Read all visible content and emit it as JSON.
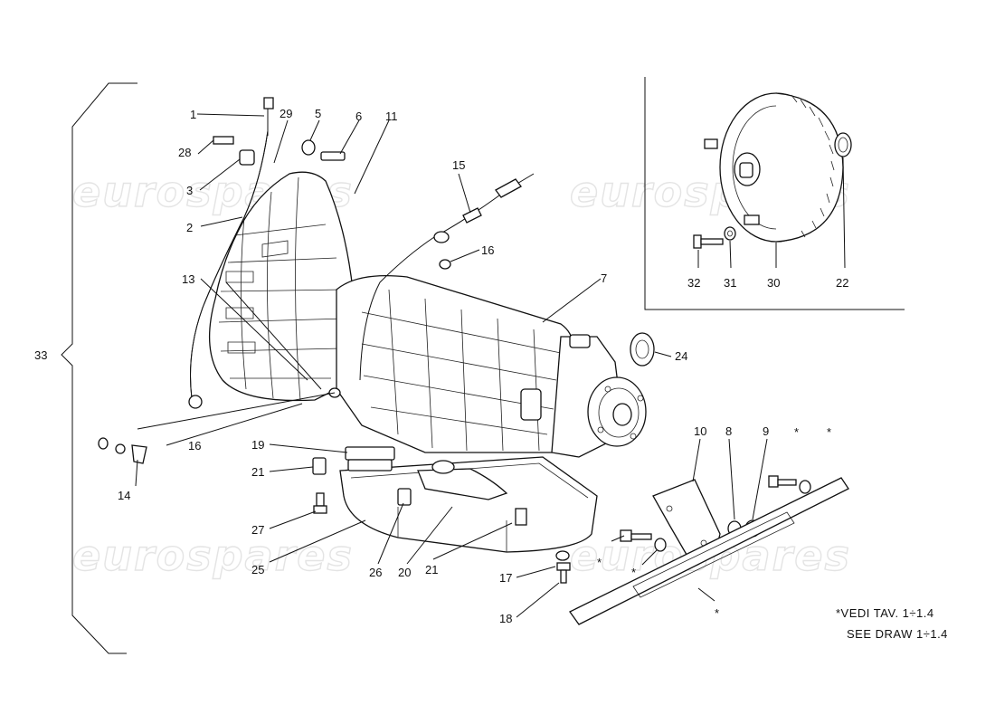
{
  "watermark": {
    "text": "eurospares",
    "color": "#e4e4e4"
  },
  "notes": {
    "line1": "*VEDI TAV. 1÷1.4",
    "line2": "SEE DRAW 1÷1.4"
  },
  "callouts": [
    {
      "id": "c1",
      "text": "1"
    },
    {
      "id": "c29",
      "text": "29"
    },
    {
      "id": "c5",
      "text": "5"
    },
    {
      "id": "c6",
      "text": "6"
    },
    {
      "id": "c11",
      "text": "11"
    },
    {
      "id": "c28",
      "text": "28"
    },
    {
      "id": "c3",
      "text": "3"
    },
    {
      "id": "c2",
      "text": "2"
    },
    {
      "id": "c15",
      "text": "15"
    },
    {
      "id": "c16a",
      "text": "16"
    },
    {
      "id": "c13",
      "text": "13"
    },
    {
      "id": "c7",
      "text": "7"
    },
    {
      "id": "c33",
      "text": "33"
    },
    {
      "id": "c24",
      "text": "24"
    },
    {
      "id": "c16b",
      "text": "16"
    },
    {
      "id": "c19",
      "text": "19"
    },
    {
      "id": "c14",
      "text": "14"
    },
    {
      "id": "c21a",
      "text": "21"
    },
    {
      "id": "c27",
      "text": "27"
    },
    {
      "id": "c25",
      "text": "25"
    },
    {
      "id": "c26",
      "text": "26"
    },
    {
      "id": "c20",
      "text": "20"
    },
    {
      "id": "c21b",
      "text": "21"
    },
    {
      "id": "c17",
      "text": "17"
    },
    {
      "id": "c18",
      "text": "18"
    },
    {
      "id": "c10",
      "text": "10"
    },
    {
      "id": "c8",
      "text": "8"
    },
    {
      "id": "c9",
      "text": "9"
    },
    {
      "id": "s1",
      "text": "*"
    },
    {
      "id": "s2",
      "text": "*"
    },
    {
      "id": "s3",
      "text": "*"
    },
    {
      "id": "s4",
      "text": "*"
    },
    {
      "id": "s5",
      "text": "*"
    },
    {
      "id": "c32",
      "text": "32"
    },
    {
      "id": "c31",
      "text": "31"
    },
    {
      "id": "c30",
      "text": "30"
    },
    {
      "id": "c22",
      "text": "22"
    }
  ]
}
